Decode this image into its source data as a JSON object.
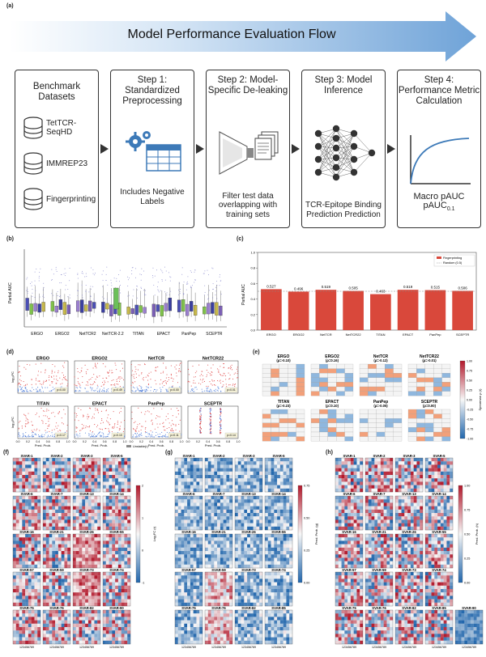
{
  "panel_a": {
    "label": "(a)",
    "title": "Model Performance Evaluation Flow",
    "boxes": [
      {
        "title": "Benchmark Datasets",
        "bottom": ""
      },
      {
        "title": "Step 1: Standardized Preprocessing",
        "bottom": "Includes Negative Labels"
      },
      {
        "title": "Step 2: Model-Specific De-leaking",
        "bottom": "Filter test data overlapping with training sets"
      },
      {
        "title": "Step 3: Model Inference",
        "bottom": "TCR-Epitope Binding Prediction Prediction"
      },
      {
        "title": "Step 4: Performance Metric Calculation",
        "bottom": "Macro pAUC"
      }
    ],
    "datasets": [
      "TetTCR-SeqHD",
      "IMMREP23",
      "Fingerprinting"
    ],
    "pauc_sub": "0.1",
    "colors": {
      "banner": "#6fa3d8",
      "box_border": "#333333"
    }
  },
  "panel_b": {
    "label": "(b)",
    "ylabel": "Partial AUC",
    "models": [
      "ERGO",
      "ERGO2",
      "NetTCR2",
      "NetTCR-2.2",
      "TITAN",
      "EPACT",
      "PanPep",
      "SCEPTR"
    ]
  },
  "panel_c": {
    "label": "(c)",
    "ylabel": "Partial AUC",
    "legend": [
      "Fingerprinting",
      "Random (0.5)"
    ],
    "chart_data": {
      "type": "bar",
      "categories": [
        "ERGO",
        "ERGO2",
        "NetTCR",
        "NetTCR22",
        "TITAN",
        "EPACT",
        "PanPep",
        "SCEPTR"
      ],
      "values": [
        0.527,
        0.496,
        0.519,
        0.505,
        0.463,
        0.519,
        0.515,
        0.506
      ],
      "ylim": [
        0,
        1
      ],
      "reference_line": 0.5,
      "colors": {
        "bar": "#d9483b",
        "ref": "#888888"
      }
    }
  },
  "panel_d": {
    "label": "(d)",
    "ylabel": "log₁₀PC",
    "xlabel": "Pred. Prob.",
    "ticks": [
      "0.0",
      "0.2",
      "0.4",
      "0.6",
      "0.8",
      "1.0"
    ],
    "plots": [
      {
        "title": "ERGO",
        "tag": "p=0.00"
      },
      {
        "title": "ERGO2",
        "tag": "p=0.49"
      },
      {
        "title": "NetTCR",
        "tag": "p=0.00"
      },
      {
        "title": "NetTCR22",
        "tag": "p=0.01"
      },
      {
        "title": "TITAN",
        "tag": "p=0.17"
      },
      {
        "title": "EPACT",
        "tag": "p=0.10"
      },
      {
        "title": "PanPep",
        "tag": "p=0.11"
      },
      {
        "title": "SCEPTR",
        "tag": "p=0.14"
      }
    ],
    "legend": "Unstable(r)"
  },
  "panel_e": {
    "label": "(e)",
    "cbar_label": "Spearman ρ (r)",
    "cbar_ticks": [
      "1.00",
      "0.75",
      "0.50",
      "0.25",
      "0.00",
      "-0.25",
      "-0.50",
      "-0.75",
      "-1.00"
    ],
    "tables": [
      {
        "title": "ERGO",
        "sub": "(ρ=-0.10)"
      },
      {
        "title": "ERGO2",
        "sub": "(ρ=0.16)"
      },
      {
        "title": "NetTCR",
        "sub": "(ρ=-0.12)"
      },
      {
        "title": "NetTCR22",
        "sub": "(ρ=-0.01)"
      },
      {
        "title": "TITAN",
        "sub": "(ρ=-0.23)"
      },
      {
        "title": "EPACT",
        "sub": "(ρ=0.10)"
      },
      {
        "title": "PanPep",
        "sub": "(ρ=-0.05)"
      },
      {
        "title": "SCEPTR",
        "sub": "(ρ=0.00)"
      }
    ]
  },
  "panel_f": {
    "label": "(f)",
    "cbar_label": "Log₂FC (r)",
    "cbar_ticks": [
      "2",
      "1",
      "0",
      "-1"
    ],
    "xticks": "123456789",
    "titles": [
      "SVAR-1",
      "SVAR-2",
      "SVAR-3",
      "SVAR-5",
      "SVAR-6",
      "SVAR-7",
      "SVAR-13",
      "SVAR-14",
      "SVAR-16",
      "SVAR-21",
      "SVAR-26",
      "SVAR-55",
      "SVAR-57",
      "SVAR-59",
      "SVAR-73",
      "SVAR-74",
      "SVAR-75",
      "SVAR-76",
      "SVAR-82",
      "SVAR-90"
    ]
  },
  "panel_g": {
    "label": "(g)",
    "cbar_label": "Pred. Prob. (g)",
    "cbar_ticks": [
      "0.75",
      "0.50",
      "0.25",
      "0.00"
    ],
    "xticks": "123456789",
    "titles": [
      "SVAR-1",
      "SVAR-2",
      "SVAR-3",
      "SVAR-5",
      "SVAR-6",
      "SVAR-7",
      "SVAR-13",
      "SVAR-14",
      "SVAR-16",
      "SVAR-21",
      "SVAR-26",
      "SVAR-55",
      "SVAR-57",
      "SVAR-59",
      "SVAR-73",
      "SVAR-74",
      "SVAR-75",
      "SVAR-76",
      "SVAR-82",
      "SVAR-85"
    ]
  },
  "panel_h": {
    "label": "(h)",
    "cbar_label": "Pred. Prob. (h)",
    "cbar_ticks": [
      "1.00",
      "0.75",
      "0.50",
      "0.25",
      "0.00"
    ],
    "xticks": "123456789",
    "titles": [
      "SVAR-1",
      "SVAR-2",
      "SVAR-3",
      "SVAR-5",
      "SVAR-6",
      "SVAR-7",
      "SVAR-13",
      "SVAR-14",
      "SVAR-16",
      "SVAR-21",
      "SVAR-26",
      "SVAR-55",
      "SVAR-57",
      "SVAR-59",
      "SVAR-73",
      "SVAR-74",
      "SVAR-75",
      "SVAR-76",
      "SVAR-82",
      "SVAR-85",
      "SVAR-90"
    ]
  }
}
